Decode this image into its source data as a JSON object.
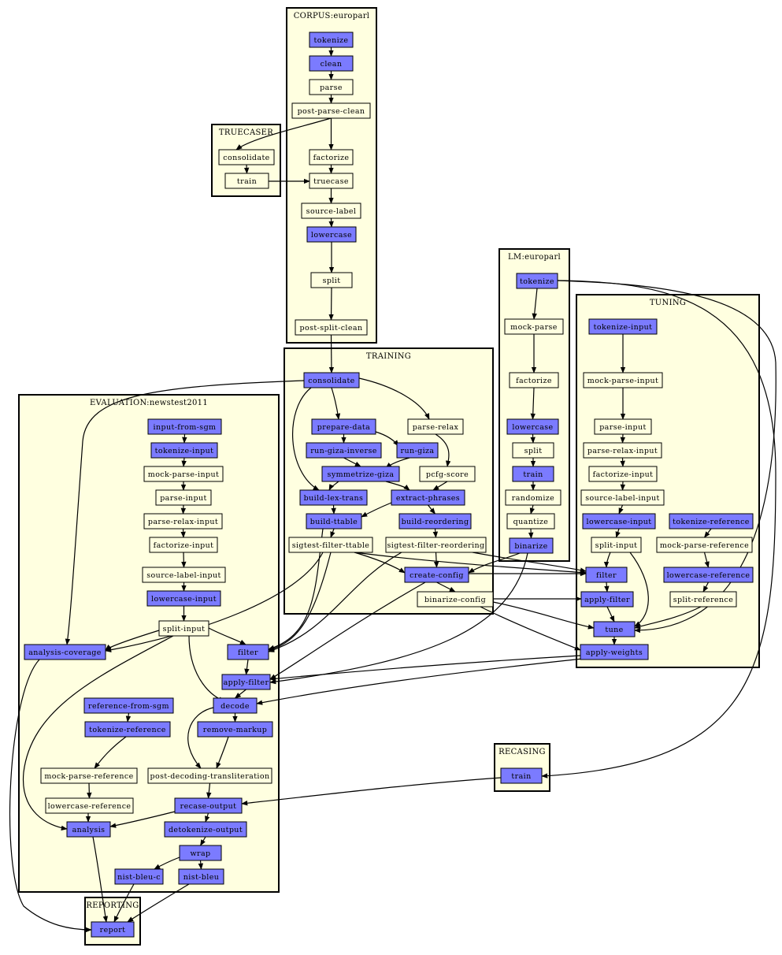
{
  "colors": {
    "active": "#7b7bff",
    "passive": "#ffffe0",
    "cluster": "#ffffe0",
    "edge": "#000000"
  },
  "clusters": [
    {
      "id": "corpus",
      "label": "CORPUS:europarl"
    },
    {
      "id": "truecaser",
      "label": "TRUECASER"
    },
    {
      "id": "lm",
      "label": "LM:europarl"
    },
    {
      "id": "training",
      "label": "TRAINING"
    },
    {
      "id": "tuning",
      "label": "TUNING"
    },
    {
      "id": "evaluation",
      "label": "EVALUATION:newstest2011"
    },
    {
      "id": "recasing",
      "label": "RECASING"
    },
    {
      "id": "reporting",
      "label": "REPORTING"
    }
  ],
  "nodes": [
    {
      "id": "c_tok",
      "label": "tokenize",
      "active": true
    },
    {
      "id": "c_clean",
      "label": "clean",
      "active": true
    },
    {
      "id": "c_parse",
      "label": "parse",
      "active": false
    },
    {
      "id": "c_ppc",
      "label": "post-parse-clean",
      "active": false
    },
    {
      "id": "c_fact",
      "label": "factorize",
      "active": false
    },
    {
      "id": "c_tc",
      "label": "truecase",
      "active": false
    },
    {
      "id": "c_sl",
      "label": "source-label",
      "active": false
    },
    {
      "id": "c_lc",
      "label": "lowercase",
      "active": true
    },
    {
      "id": "c_split",
      "label": "split",
      "active": false
    },
    {
      "id": "c_psc",
      "label": "post-split-clean",
      "active": false
    },
    {
      "id": "t_cons",
      "label": "consolidate",
      "active": false
    },
    {
      "id": "t_train",
      "label": "train",
      "active": false
    },
    {
      "id": "lm_tok",
      "label": "tokenize",
      "active": true
    },
    {
      "id": "lm_mp",
      "label": "mock-parse",
      "active": false
    },
    {
      "id": "lm_fact",
      "label": "factorize",
      "active": false
    },
    {
      "id": "lm_lc",
      "label": "lowercase",
      "active": true
    },
    {
      "id": "lm_split",
      "label": "split",
      "active": false
    },
    {
      "id": "lm_train",
      "label": "train",
      "active": true
    },
    {
      "id": "lm_rand",
      "label": "randomize",
      "active": false
    },
    {
      "id": "lm_quant",
      "label": "quantize",
      "active": false
    },
    {
      "id": "lm_bin",
      "label": "binarize",
      "active": true
    },
    {
      "id": "tr_cons",
      "label": "consolidate",
      "active": true
    },
    {
      "id": "tr_prep",
      "label": "prepare-data",
      "active": true
    },
    {
      "id": "tr_prelax",
      "label": "parse-relax",
      "active": false
    },
    {
      "id": "tr_rgi",
      "label": "run-giza-inverse",
      "active": true
    },
    {
      "id": "tr_rg",
      "label": "run-giza",
      "active": true
    },
    {
      "id": "tr_sym",
      "label": "symmetrize-giza",
      "active": true
    },
    {
      "id": "tr_pcfg",
      "label": "pcfg-score",
      "active": false
    },
    {
      "id": "tr_blt",
      "label": "build-lex-trans",
      "active": true
    },
    {
      "id": "tr_ep",
      "label": "extract-phrases",
      "active": true
    },
    {
      "id": "tr_btt",
      "label": "build-ttable",
      "active": true
    },
    {
      "id": "tr_br",
      "label": "build-reordering",
      "active": true
    },
    {
      "id": "tr_sft",
      "label": "sigtest-filter-ttable",
      "active": false
    },
    {
      "id": "tr_sfr",
      "label": "sigtest-filter-reordering",
      "active": false
    },
    {
      "id": "tr_cc",
      "label": "create-config",
      "active": true
    },
    {
      "id": "tr_bc",
      "label": "binarize-config",
      "active": false
    },
    {
      "id": "tu_ti",
      "label": "tokenize-input",
      "active": true
    },
    {
      "id": "tu_mpi",
      "label": "mock-parse-input",
      "active": false
    },
    {
      "id": "tu_pi",
      "label": "parse-input",
      "active": false
    },
    {
      "id": "tu_pri",
      "label": "parse-relax-input",
      "active": false
    },
    {
      "id": "tu_fi",
      "label": "factorize-input",
      "active": false
    },
    {
      "id": "tu_sli",
      "label": "source-label-input",
      "active": false
    },
    {
      "id": "tu_lci",
      "label": "lowercase-input",
      "active": true
    },
    {
      "id": "tu_tr",
      "label": "tokenize-reference",
      "active": true
    },
    {
      "id": "tu_si",
      "label": "split-input",
      "active": false
    },
    {
      "id": "tu_mpr",
      "label": "mock-parse-reference",
      "active": false
    },
    {
      "id": "tu_filter",
      "label": "filter",
      "active": true
    },
    {
      "id": "tu_lcr",
      "label": "lowercase-reference",
      "active": true
    },
    {
      "id": "tu_af",
      "label": "apply-filter",
      "active": true
    },
    {
      "id": "tu_sr",
      "label": "split-reference",
      "active": false
    },
    {
      "id": "tu_tune",
      "label": "tune",
      "active": true
    },
    {
      "id": "tu_aw",
      "label": "apply-weights",
      "active": true
    },
    {
      "id": "ev_ifs",
      "label": "input-from-sgm",
      "active": true
    },
    {
      "id": "ev_ti",
      "label": "tokenize-input",
      "active": true
    },
    {
      "id": "ev_mpi",
      "label": "mock-parse-input",
      "active": false
    },
    {
      "id": "ev_pi",
      "label": "parse-input",
      "active": false
    },
    {
      "id": "ev_pri",
      "label": "parse-relax-input",
      "active": false
    },
    {
      "id": "ev_fi",
      "label": "factorize-input",
      "active": false
    },
    {
      "id": "ev_sli",
      "label": "source-label-input",
      "active": false
    },
    {
      "id": "ev_lci",
      "label": "lowercase-input",
      "active": true
    },
    {
      "id": "ev_si",
      "label": "split-input",
      "active": false
    },
    {
      "id": "ev_ac",
      "label": "analysis-coverage",
      "active": true
    },
    {
      "id": "ev_filter",
      "label": "filter",
      "active": true
    },
    {
      "id": "ev_af",
      "label": "apply-filter",
      "active": true
    },
    {
      "id": "ev_rfs",
      "label": "reference-from-sgm",
      "active": true
    },
    {
      "id": "ev_dec",
      "label": "decode",
      "active": true
    },
    {
      "id": "ev_tr",
      "label": "tokenize-reference",
      "active": true
    },
    {
      "id": "ev_rm",
      "label": "remove-markup",
      "active": true
    },
    {
      "id": "ev_mpr",
      "label": "mock-parse-reference",
      "active": false
    },
    {
      "id": "ev_pdt",
      "label": "post-decoding-transliteration",
      "active": false
    },
    {
      "id": "ev_lcr",
      "label": "lowercase-reference",
      "active": false
    },
    {
      "id": "ev_ro",
      "label": "recase-output",
      "active": true
    },
    {
      "id": "ev_an",
      "label": "analysis",
      "active": true
    },
    {
      "id": "ev_do",
      "label": "detokenize-output",
      "active": true
    },
    {
      "id": "ev_wrap",
      "label": "wrap",
      "active": true
    },
    {
      "id": "ev_nbc",
      "label": "nist-bleu-c",
      "active": true
    },
    {
      "id": "ev_nb",
      "label": "nist-bleu",
      "active": true
    },
    {
      "id": "rc_train",
      "label": "train",
      "active": true
    },
    {
      "id": "rp_report",
      "label": "report",
      "active": true
    }
  ]
}
